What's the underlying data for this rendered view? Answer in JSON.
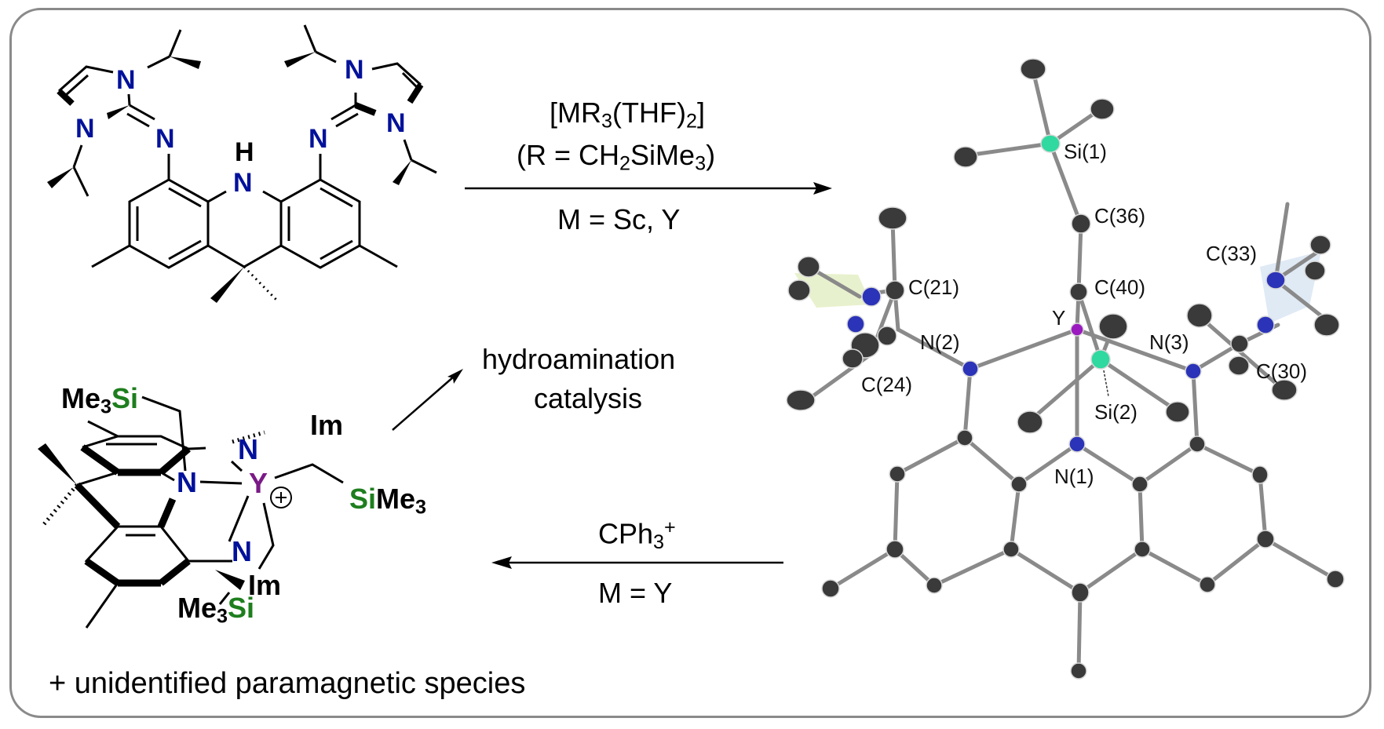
{
  "figure": {
    "type": "reaction-scheme",
    "border_color": "#8a8a8a"
  },
  "ligand": {
    "name": "bis(imidazolin-2-imino)acridane proligand",
    "atoms": {
      "n_left_ring_top": "N",
      "n_left_ring_bottom": "N",
      "n_left_imine": "N",
      "n_right_ring_top": "N",
      "n_right_ring_right": "N",
      "n_right_imine": "N",
      "nh_n": "N",
      "nh_h": "H"
    },
    "colors": {
      "nitrogen": "#00119a",
      "bond": "#000000"
    }
  },
  "reaction_top": {
    "reagent_line1_main": "[MR",
    "reagent_line1_sub1": "3",
    "reagent_line1_mid": "(THF)",
    "reagent_line1_sub2": "2",
    "reagent_line1_end": "]",
    "reagent_line2_start": "(R = CH",
    "reagent_line2_sub1": "2",
    "reagent_line2_mid": "SiMe",
    "reagent_line2_sub2": "3",
    "reagent_line2_end": ")",
    "condition": "M = Sc, Y",
    "arrow_direction": "right"
  },
  "reaction_bottom": {
    "reagent_main": "CPh",
    "reagent_sub": "3",
    "reagent_sup": "+",
    "condition": "M = Y",
    "arrow_direction": "left"
  },
  "application": {
    "line1": "hydroamination",
    "line2": "catalysis",
    "arrow_direction": "up-right"
  },
  "cation_complex": {
    "me3si_top_me": "Me",
    "me3si_top_sub": "3",
    "me3si_top_si": "Si",
    "im_top": "Im",
    "n_top": "N",
    "n_center": "N",
    "n_bottom": "N",
    "metal": "Y",
    "charge": "+",
    "simes_si": "Si",
    "simes_me": "Me",
    "simes_sub": "3",
    "im_bottom": "Im",
    "me3si_bottom_me": "Me",
    "me3si_bottom_sub": "3",
    "me3si_bottom_si": "Si",
    "colors": {
      "si": "#1e7e1e",
      "y": "#7a1a86",
      "n": "#00119a"
    }
  },
  "crystal_structure": {
    "labels": [
      "Si(1)",
      "C(36)",
      "C(21)",
      "C(40)",
      "C(33)",
      "Y",
      "N(2)",
      "N(3)",
      "C(24)",
      "C(30)",
      "Si(2)",
      "N(1)"
    ],
    "atom_colors": {
      "carbon": "#3a3a3a",
      "nitrogen": "#2b33b8",
      "silicon": "#2fd9a0",
      "yttrium": "#9a1ac0"
    },
    "plane_colors": {
      "left_ring": "#e6f0c8",
      "right_ring": "#dce8f4"
    }
  },
  "footer": {
    "note": "+ unidentified paramagnetic species"
  }
}
